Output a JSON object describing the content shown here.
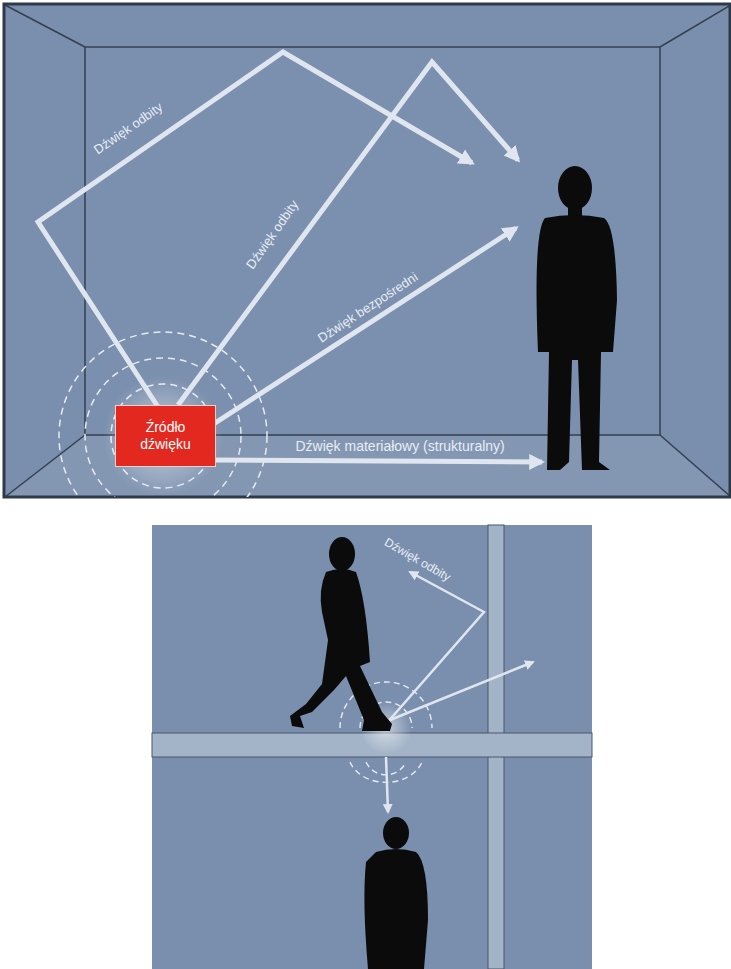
{
  "diagram": {
    "nodes": [
      {
        "text": [
          "Źródło dźwięku"
        ]
      }
    ],
    "labels": [
      "Dźwięk odbity",
      "Dźwięk odbity",
      "Dźwięk bezpośredni",
      "Dźwięk materiałowy (strukturalny)",
      "Dźwięk odbity"
    ]
  }
}
